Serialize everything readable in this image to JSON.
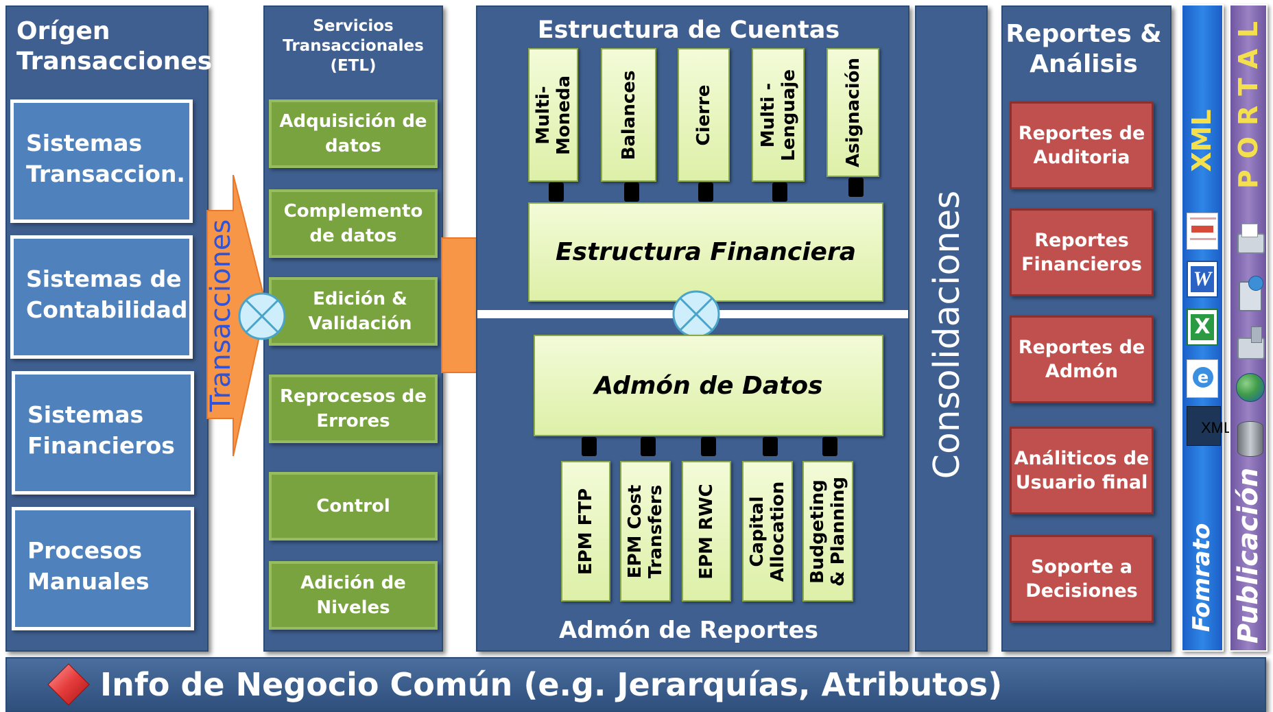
{
  "origen": {
    "title_line1": "Orígen",
    "title_line2": "Transacciones",
    "boxes": [
      {
        "line1": "Sistemas",
        "line2": "Transaccion."
      },
      {
        "line1": "Sistemas de",
        "line2": "Contabilidad"
      },
      {
        "line1": "Sistemas",
        "line2": "Financieros"
      },
      {
        "line1": "Procesos",
        "line2": "Manuales"
      }
    ]
  },
  "transacciones_arrow": {
    "label": "Transacciones"
  },
  "etl": {
    "title_line1": "Servicios",
    "title_line2": "Transaccionales",
    "title_line3": "(ETL)",
    "boxes": [
      {
        "line1": "Adquisición de",
        "line2": "datos"
      },
      {
        "line1": "Complemento",
        "line2": "de datos"
      },
      {
        "line1": "Edición  &",
        "line2": "Validación"
      },
      {
        "line1": "Reprocesos de",
        "line2": "Errores"
      },
      {
        "line1": "Control",
        "line2": ""
      },
      {
        "line1": "Adición de",
        "line2": "Niveles"
      }
    ]
  },
  "estructura": {
    "title": "Estructura de Cuentas",
    "top_items": [
      {
        "line1": "Multi-",
        "line2": "Moneda"
      },
      {
        "line1": "Balances",
        "line2": ""
      },
      {
        "line1": "Cierre",
        "line2": ""
      },
      {
        "line1": "Multi -",
        "line2": "Lenguaje"
      },
      {
        "line1": "Asignación",
        "line2": ""
      }
    ],
    "financiera": "Estructura Financiera",
    "admon_datos": "Admón de Datos",
    "bottom_items": [
      {
        "line1": "EPM FTP",
        "line2": ""
      },
      {
        "line1": "EPM Cost",
        "line2": "Transfers"
      },
      {
        "line1": "EPM RWC",
        "line2": ""
      },
      {
        "line1": "Capital",
        "line2": "Allocation"
      },
      {
        "line1": "Budgeting",
        "line2": "& Planning"
      }
    ],
    "footer": "Admón de Reportes"
  },
  "consolidaciones": {
    "label": "Consolidaciones"
  },
  "reportes": {
    "title_line1": "Reportes &",
    "title_line2": "Análisis",
    "boxes": [
      {
        "line1": "Reportes de",
        "line2": "Auditoria"
      },
      {
        "line1": "Reportes",
        "line2": "Financieros"
      },
      {
        "line1": "Reportes de",
        "line2": "Admón"
      },
      {
        "line1": "Análiticos de",
        "line2": "Usuario final"
      },
      {
        "line1": "Soporte a",
        "line2": "Decisiones"
      }
    ]
  },
  "xml_column": {
    "top_label": "XML",
    "bottom_label": "Fomrato",
    "xml_badge": "XML"
  },
  "portal_column": {
    "top_label": "PORTAL",
    "bottom_label": "Publicación"
  },
  "footer_bar": {
    "label": "Info de Negocio Común (e.g. Jerarquías, Atributos)"
  },
  "colors": {
    "column_blue": "#3e5f8f",
    "source_blue": "#4f81bd",
    "etl_green": "#79a33f",
    "report_red": "#c0504d",
    "arrow_orange": "#f79646",
    "xml_blue": "#1f6fd0",
    "portal_purple": "#8064a2",
    "label_yellow": "#f4e04d",
    "transacciones_blue": "#2f54d9"
  }
}
